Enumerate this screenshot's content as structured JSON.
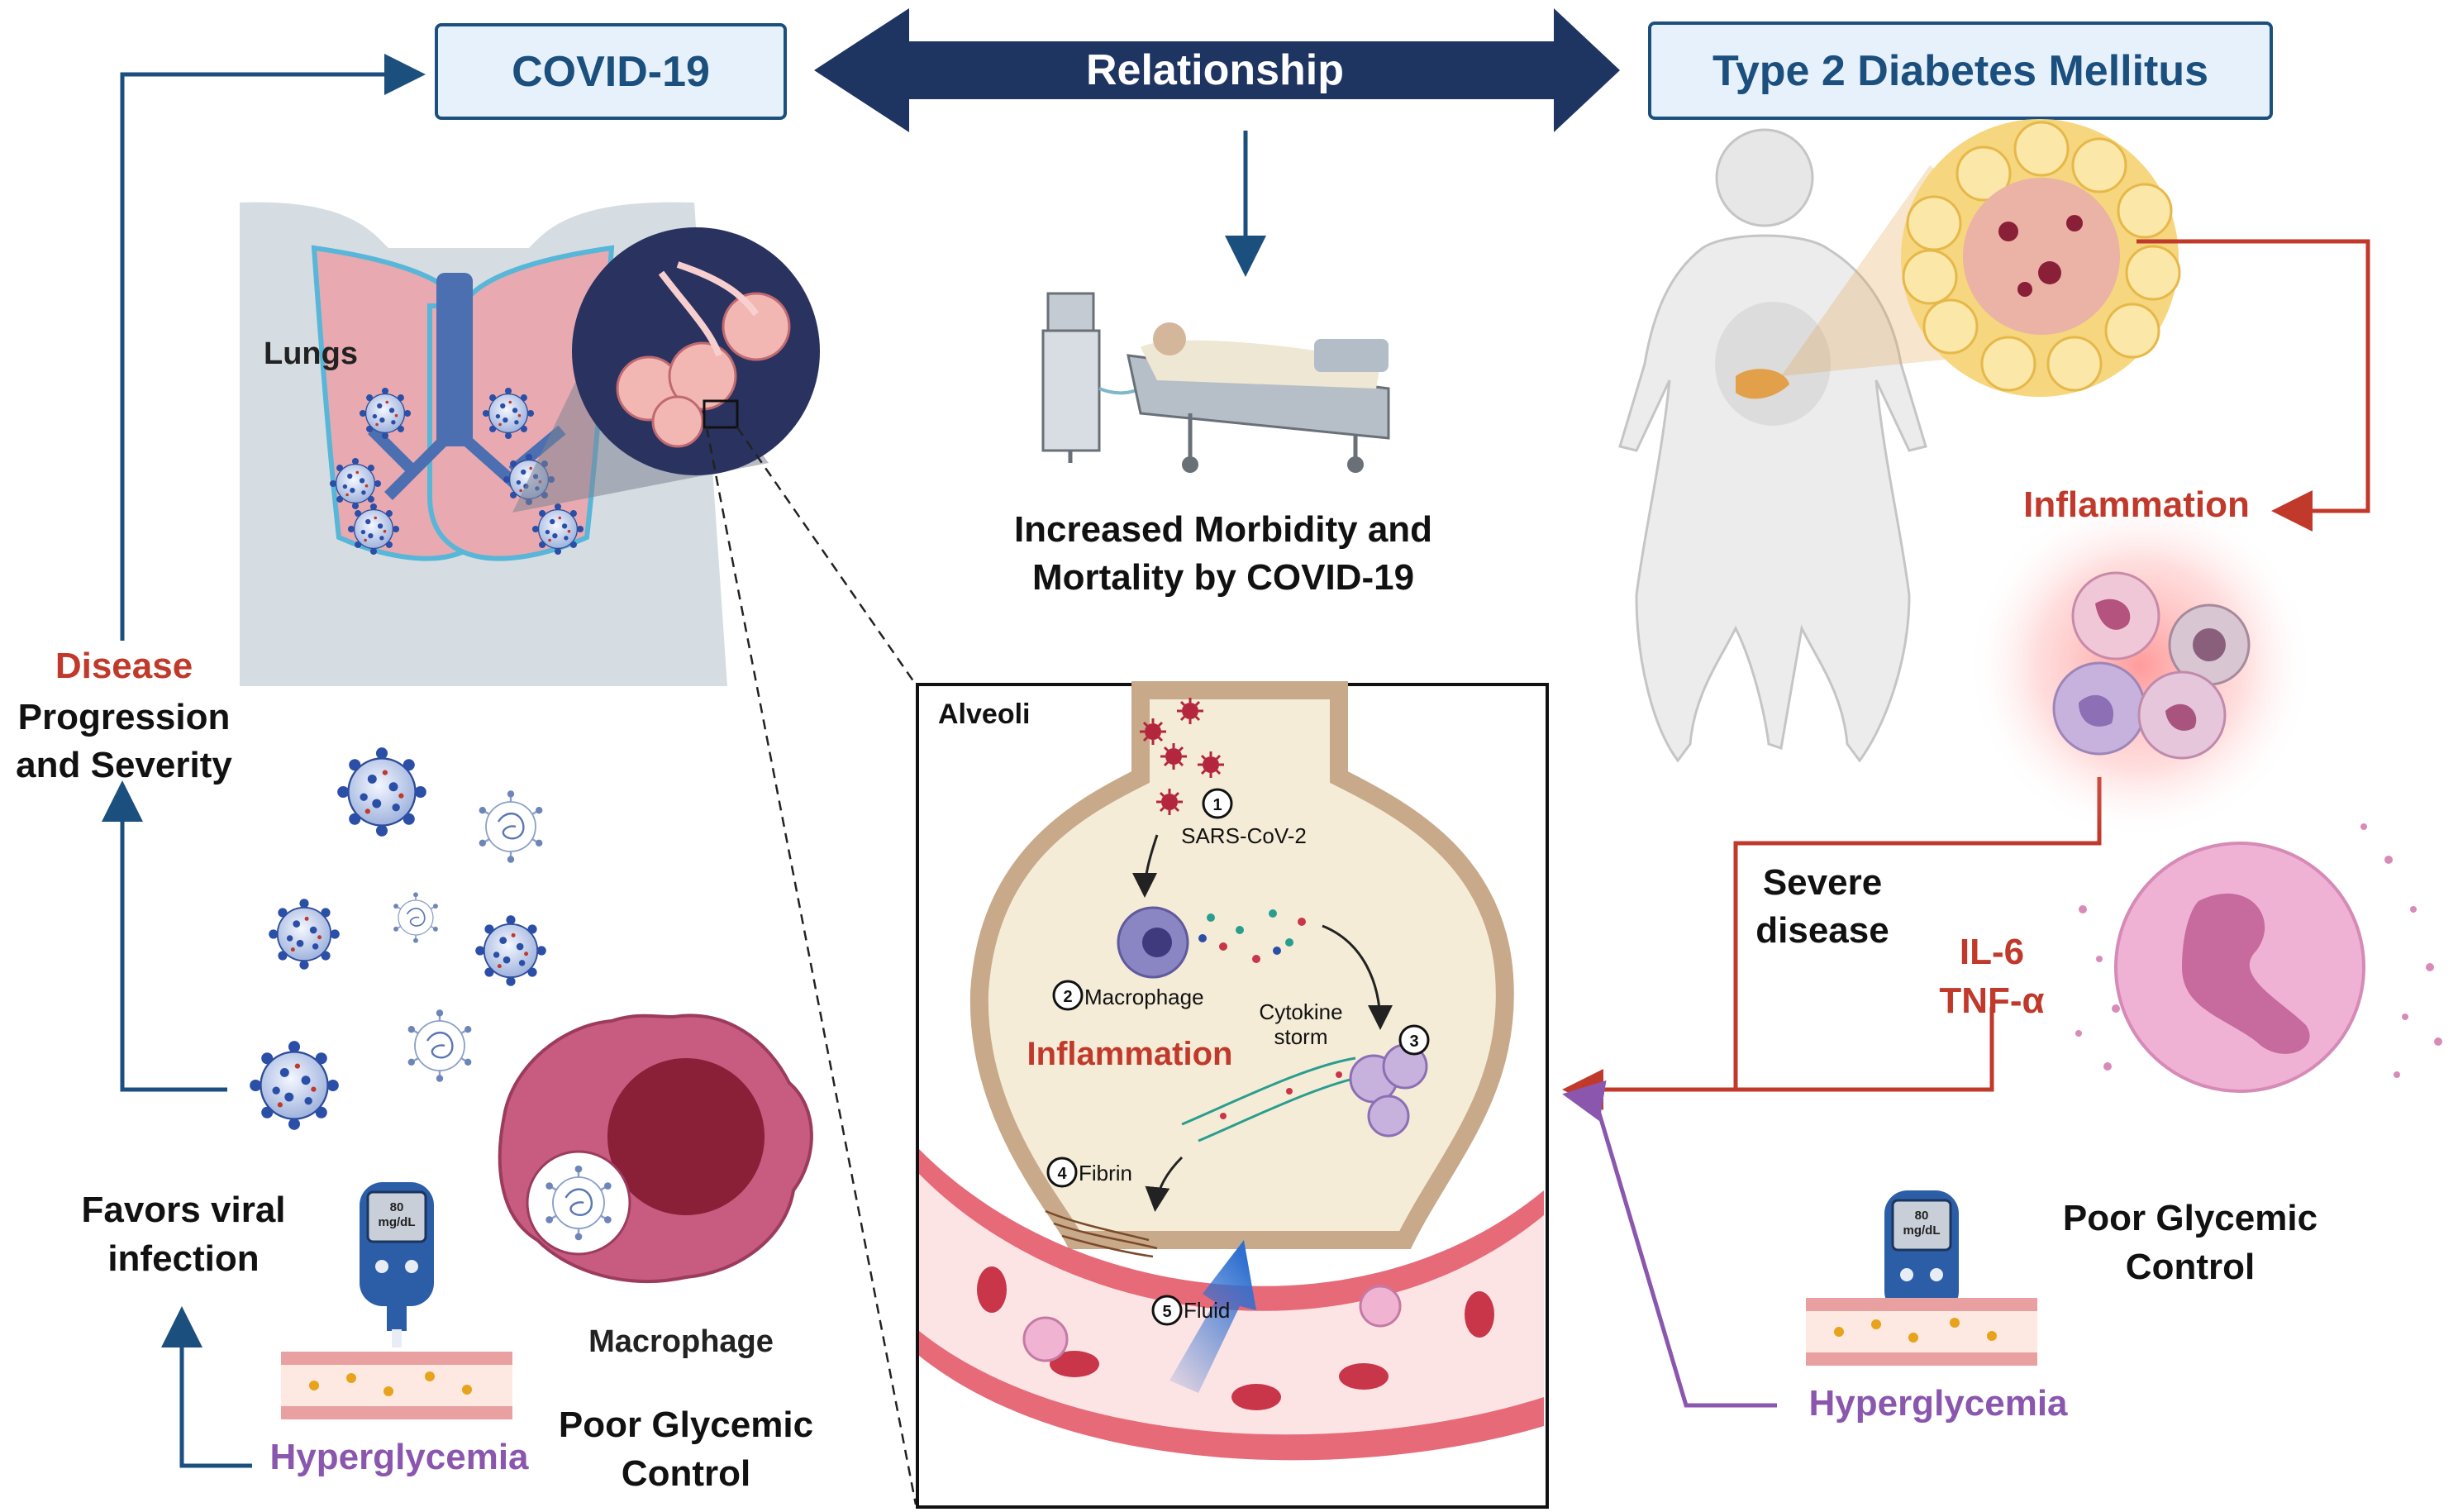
{
  "header": {
    "covid_label": "COVID-19",
    "relationship_label": "Relationship",
    "t2dm_label": "Type 2 Diabetes Mellitus"
  },
  "center": {
    "outcome_line1": "Increased Morbidity and",
    "outcome_line2": "Mortality by COVID-19"
  },
  "left": {
    "lungs_label": "Lungs",
    "disease_word": "Disease",
    "progression_line1": "Progression",
    "progression_line2": "and Severity",
    "favors_line1": "Favors viral",
    "favors_line2": "infection",
    "macrophage_label": "Macrophage",
    "glycemic_line1": "Poor Glycemic",
    "glycemic_line2": "Control",
    "hyperglycemia_label": "Hyperglycemia",
    "meter_value": "80",
    "meter_unit": "mg/dL"
  },
  "alveoli": {
    "title": "Alveoli",
    "step1_num": "1",
    "step1_label": "SARS-CoV-2",
    "step2_num": "2",
    "step2_label": "Macrophage",
    "inflammation_label": "Inflammation",
    "cytokine_line1": "Cytokine",
    "cytokine_line2": "storm",
    "step3_num": "3",
    "step4_num": "4",
    "step4_label": "Fibrin",
    "step5_num": "5",
    "step5_label": "Fluid"
  },
  "right": {
    "inflammation_label": "Inflammation",
    "severe_line1": "Severe",
    "severe_line2": "disease",
    "il6_label": "IL-6",
    "tnf_label": "TNF-α",
    "glycemic_line1": "Poor Glycemic",
    "glycemic_line2": "Control",
    "hyperglycemia_label": "Hyperglycemia",
    "meter_value": "80",
    "meter_unit": "mg/dL"
  },
  "colors": {
    "navy": "#1b4f7e",
    "dark_navy": "#1e3461",
    "red": "#c0392b",
    "purple": "#8a56ae",
    "lung_pink": "#e8aab0",
    "alveoli_cream": "#f5ecd8",
    "vessel_red": "#c9364a"
  }
}
